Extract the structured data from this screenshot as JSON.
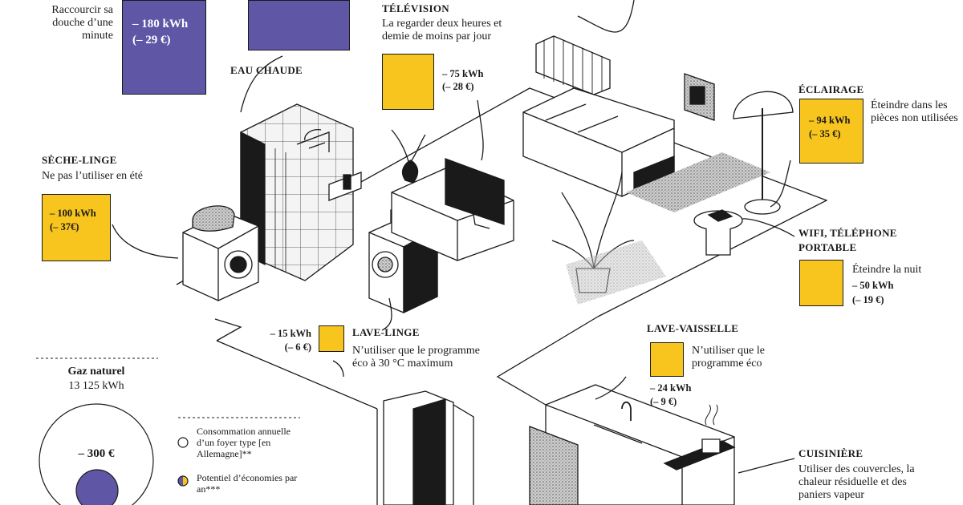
{
  "colors": {
    "yellow": "#f7c51e",
    "purple": "#5f57a6",
    "ink": "#1a1a1a",
    "grey": "#8a8a8a"
  },
  "douche": {
    "desc": "Raccourcir sa douche d’une minute",
    "kwh": "– 180 kWh",
    "eur": "(– 29 €)"
  },
  "eau_chaude": {
    "title": "EAU CHAUDE"
  },
  "television": {
    "title": "TÉLÉVISION",
    "desc": "La regarder deux heures et demie de moins par jour",
    "kwh": "– 75 kWh",
    "eur": "(– 28 €)"
  },
  "eclairage": {
    "title": "ÉCLAIRAGE",
    "desc": "Éteindre dans les pièces non utilisées",
    "kwh": "– 94 kWh",
    "eur": "(– 35 €)"
  },
  "seche_linge": {
    "title": "SÈCHE-LINGE",
    "desc": "Ne pas l’utiliser en été",
    "kwh": "– 100 kWh",
    "eur": "(– 37€)"
  },
  "wifi": {
    "title_1": "WIFI, TÉLÉPHONE",
    "title_2": "PORTABLE",
    "desc": "Éteindre la nuit",
    "kwh": "– 50 kWh",
    "eur": "(– 19 €)"
  },
  "lave_linge": {
    "title": "LAVE-LINGE",
    "desc": "N’utiliser que le programme éco à 30 °C maximum",
    "kwh": "– 15 kWh",
    "eur": "(– 6 €)"
  },
  "lave_vaisselle": {
    "title": "LAVE-VAISSELLE",
    "desc": "N’utiliser que le programme éco",
    "kwh": "– 24 kWh",
    "eur": "(– 9 €)"
  },
  "cuisiniere": {
    "title": "CUISINIÈRE",
    "desc": "Utiliser des couvercles, la chaleur résiduelle et des paniers vapeur"
  },
  "gaz": {
    "title": "Gaz naturel",
    "value": "13 125 kWh",
    "saving": "– 300 €"
  },
  "legend": {
    "consumption": "Consommation annuelle d’un foyer type [en Allemagne]**",
    "savings": "Potentiel d’économies par an***"
  }
}
